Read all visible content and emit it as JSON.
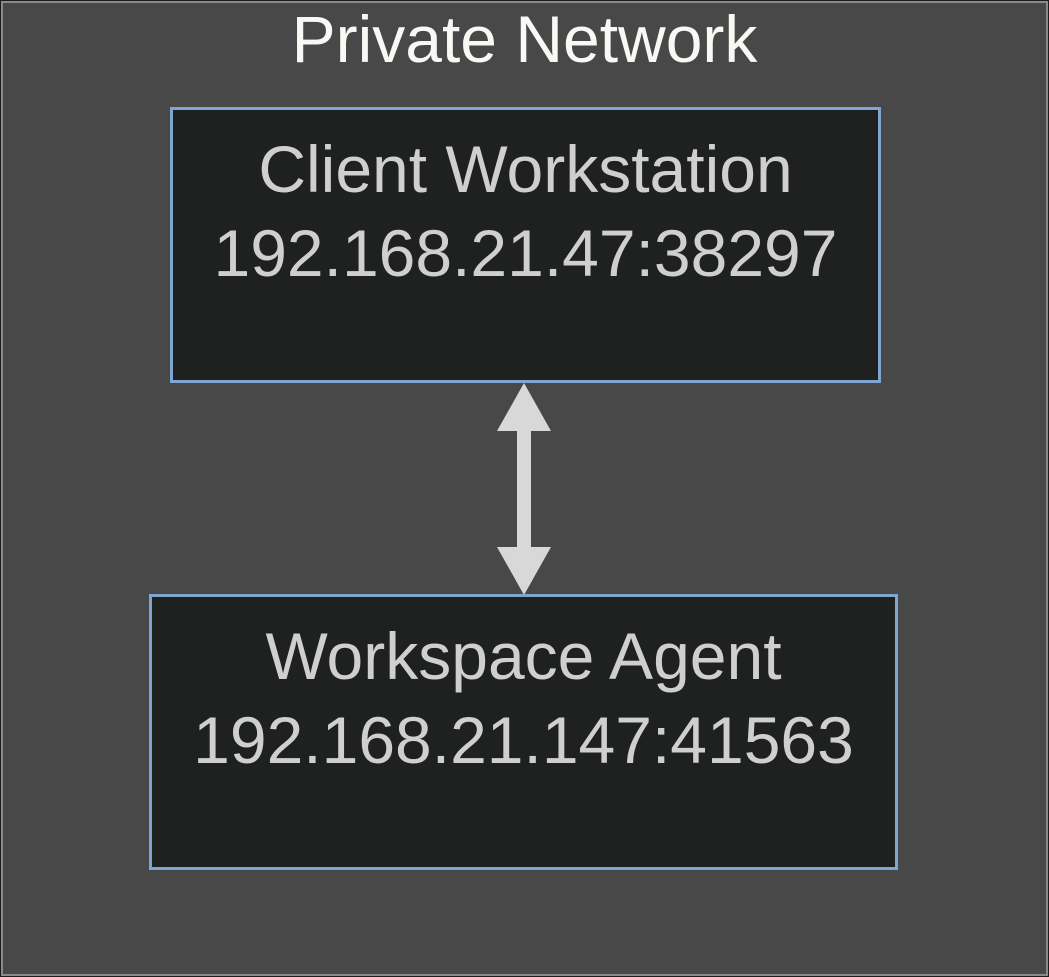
{
  "diagram": {
    "title": "Private Network",
    "nodes": [
      {
        "name": "Client Workstation",
        "address": "192.168.21.47:38297"
      },
      {
        "name": "Workspace Agent",
        "address": "192.168.21.147:41563"
      }
    ],
    "connection": {
      "type": "bidirectional-arrow",
      "from": "Client Workstation",
      "to": "Workspace Agent"
    }
  },
  "colors": {
    "background": "#484848",
    "outer_border": "#8a8a8a",
    "node_fill": "#1f2121",
    "node_border": "#7fa6d2",
    "node_text": "#cfcfcf",
    "title_text": "#f8f8f4",
    "arrow": "#d8d8d8"
  }
}
